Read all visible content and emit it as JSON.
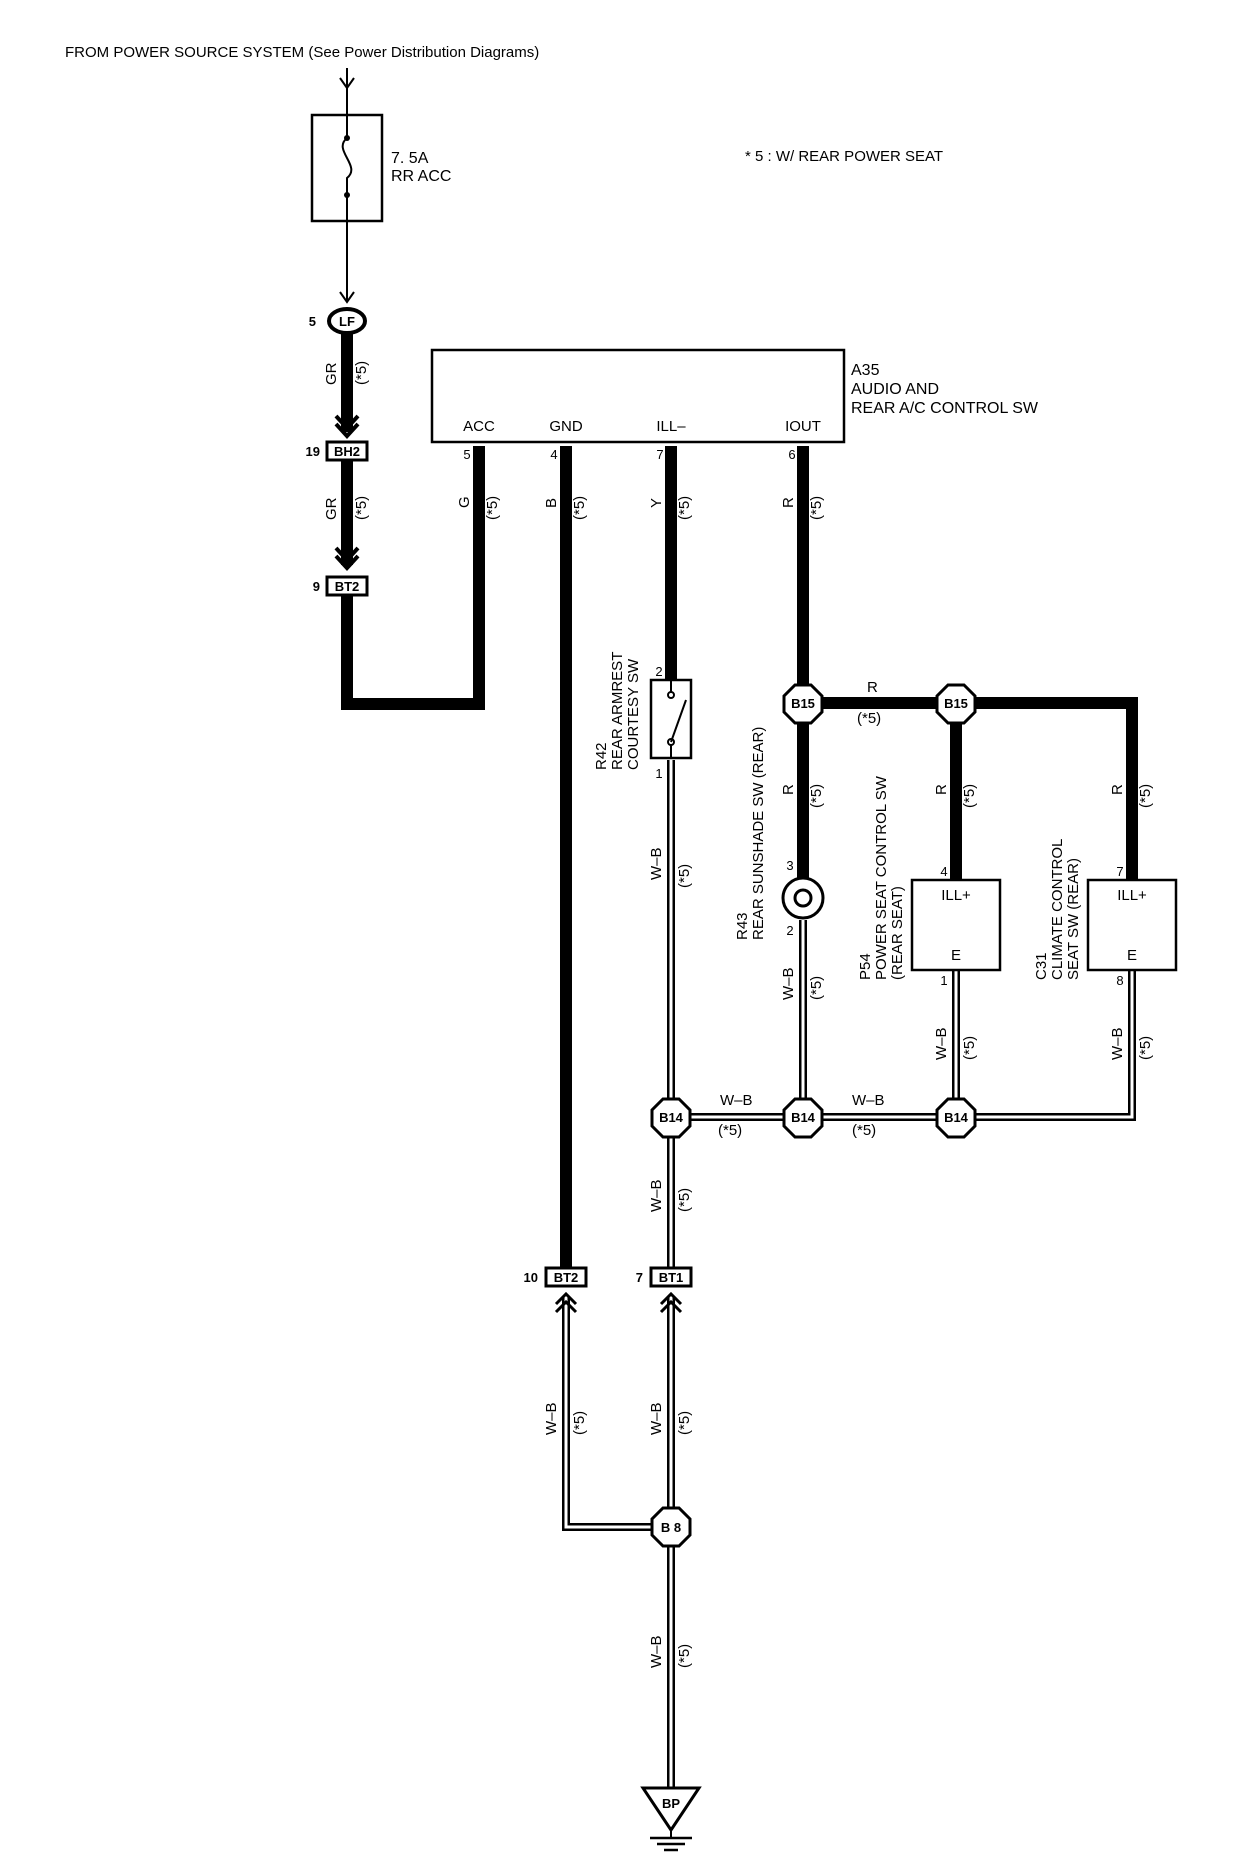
{
  "header": {
    "source": "FROM POWER SOURCE SYSTEM (See Power Distribution Diagrams)",
    "note": "* 5 : W/ REAR POWER SEAT"
  },
  "fuse": {
    "rating": "7. 5A",
    "name": "RR ACC"
  },
  "main_unit": {
    "code": "A35",
    "name_line1": "AUDIO AND",
    "name_line2": "REAR A/C CONTROL SW",
    "terminals": [
      {
        "label": "ACC",
        "pin": "5"
      },
      {
        "label": "GND",
        "pin": "4"
      },
      {
        "label": "ILL–",
        "pin": "7"
      },
      {
        "label": "IOUT",
        "pin": "6"
      }
    ]
  },
  "connectors": {
    "lf": {
      "id": "LF",
      "pin": "5"
    },
    "bh2": {
      "id": "BH2",
      "pin": "19"
    },
    "bt2_top": {
      "id": "BT2",
      "pin": "9"
    },
    "bt2_bottom": {
      "id": "BT2",
      "pin": "10"
    },
    "bt1": {
      "id": "BT1",
      "pin": "7"
    },
    "b15": "B15",
    "b14": "B14",
    "b8": "B 8",
    "bp": "BP"
  },
  "wires": {
    "gr": "GR",
    "g": "G",
    "b": "B",
    "y": "Y",
    "r": "R",
    "wb": "W–B",
    "opt": "(*5)"
  },
  "components": {
    "r42": {
      "code": "R42",
      "line1": "REAR ARMREST",
      "line2": "COURTESY SW",
      "pin_top": "2",
      "pin_bottom": "1"
    },
    "r43": {
      "code": "R43",
      "line1": "REAR SUNSHADE SW (REAR)",
      "pin_top": "3",
      "pin_bottom": "2"
    },
    "p54": {
      "code": "P54",
      "line1": "POWER SEAT CONTROL SW",
      "line2": "(REAR SEAT)",
      "term_top": "ILL+",
      "term_bottom": "E",
      "pin_top": "4",
      "pin_bottom": "1"
    },
    "c31": {
      "code": "C31",
      "line1": "CLIMATE CONTROL",
      "line2": "SEAT SW (REAR)",
      "term_top": "ILL+",
      "term_bottom": "E",
      "pin_top": "7",
      "pin_bottom": "8"
    }
  }
}
